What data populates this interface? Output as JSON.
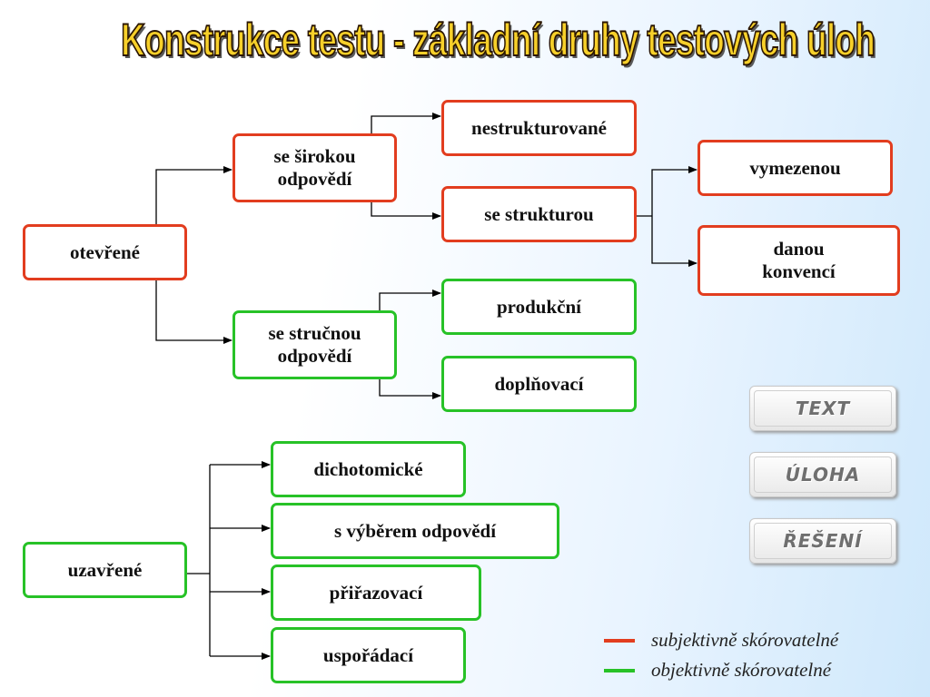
{
  "title": "Konstrukce testu - základní druhy testových úloh",
  "colors": {
    "subjective": "#e23d1f",
    "objective": "#27c227"
  },
  "nodes": {
    "otevrene": "otevřené",
    "se_sirokou": [
      "se širokou",
      "odpovědí"
    ],
    "nestrukturovane": "nestrukturované",
    "se_strukturou": "se strukturou",
    "vymezenou": "vymezenou",
    "danou_konvenci": [
      "danou",
      "konvencí"
    ],
    "se_strucnou": [
      "se stručnou",
      "odpovědí"
    ],
    "produkcni": "produkční",
    "doplnovaci": "doplňovací",
    "uzavrene": "uzavřené",
    "dichotomicke": "dichotomické",
    "s_vyberem": "s výběrem odpovědí",
    "prirazovaci": "přiřazovací",
    "usporadaci": "uspořádací"
  },
  "buttons": {
    "text": "TEXT",
    "uloha": "ÚLOHA",
    "reseni": "ŘEŠENÍ"
  },
  "legend": {
    "subjective": "subjektivně skórovatelné",
    "objective": "objektivně skórovatelné"
  }
}
